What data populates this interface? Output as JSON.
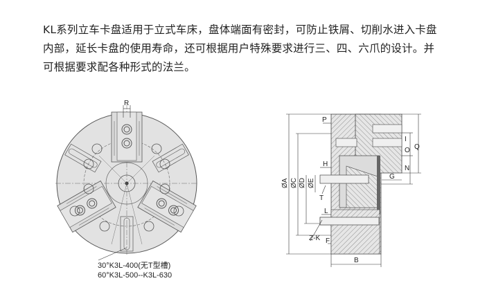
{
  "description": {
    "text": "KL系列立车卡盘适用于立式车床，盘体端面有密封，可防止铁屑、切削水进入卡盘内部，延长卡盘的使用寿命，还可根据用户特殊要求进行三、四、六爪的设计。并可根据要求配各种形式的法兰。"
  },
  "front_view": {
    "dim_r": "R",
    "caption_line1": "30°K3L-400(无T型槽)",
    "caption_line2": "60°K3L-500--K3L-630"
  },
  "side_view": {
    "labels": {
      "p": "P",
      "i": "I",
      "o": "O",
      "q": "Q",
      "n": "N",
      "g": "G",
      "h": "H",
      "a": "ØA",
      "c": "ØC",
      "d": "ØD",
      "e": "ØE",
      "t": "T",
      "l": "L",
      "zk": "Z-K",
      "f": "F",
      "b": "B"
    }
  },
  "colors": {
    "body": "#e2e2e2",
    "line": "#555555",
    "hatch": "#888888"
  }
}
